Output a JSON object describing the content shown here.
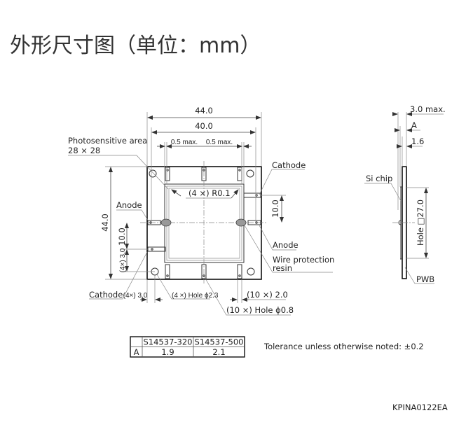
{
  "title": "外形尺寸图（单位：mm）",
  "front_view": {
    "dim_width_outer": "44.0",
    "dim_width_inner": "40.0",
    "dim_margin_left": "0.5 max.",
    "dim_margin_right": "0.5 max.",
    "dim_height_outer": "44.0",
    "dim_right_pitch": "10.0",
    "dim_left_pitch": "10.0",
    "dim_left_offset": "(4×) 3.0",
    "dim_bottom_offset": "(4×) 3.0",
    "photosensitive_label": "Photosensitive area",
    "photosensitive_size": "28 × 28",
    "corner_radius": "(4 ×) R0.1",
    "cathode_top_label": "Cathode",
    "anode_left_label": "Anode",
    "anode_right_label": "Anode",
    "wire_resin_label_1": "Wire protection",
    "wire_resin_label_2": "resin",
    "cathode_bottom_label": "Cathode",
    "hole_large": "(4 ×) Hole ϕ2.3",
    "pad_width": "(10 ×) 2.0",
    "hole_small": "(10 ×) Hole ϕ0.8"
  },
  "side_view": {
    "dim_max_thickness": "3.0 max.",
    "dim_a": "A",
    "dim_pwb": "1.6",
    "si_chip_label": "Si chip",
    "hole_label": "Hole □27.0",
    "pwb_label": "PWB"
  },
  "table": {
    "headers": [
      "",
      "S14537-320",
      "S14537-500"
    ],
    "rows": [
      [
        "A",
        "1.9",
        "2.1"
      ]
    ]
  },
  "tolerance_note": "Tolerance unless otherwise noted: ±0.2",
  "drawing_code": "KPINA0122EA"
}
